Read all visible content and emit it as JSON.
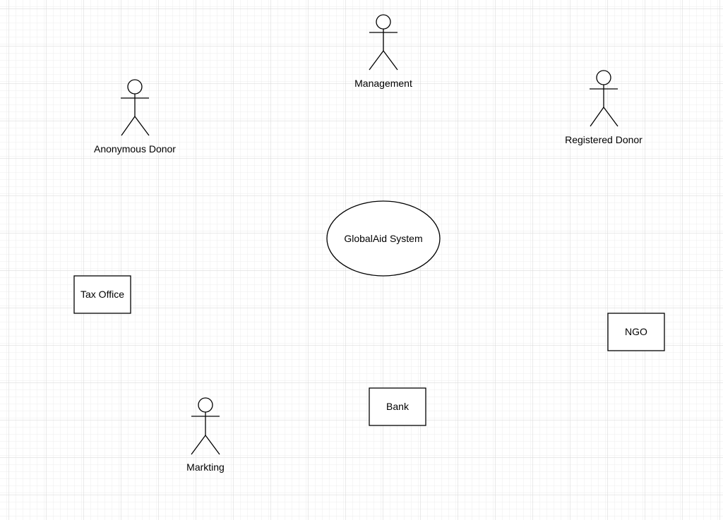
{
  "diagram": {
    "center": {
      "label": "GlobalAid System"
    },
    "actors": {
      "management": {
        "label": "Management"
      },
      "anonymous_donor": {
        "label": "Anonymous Donor"
      },
      "registered_donor": {
        "label": "Registered Donor"
      },
      "markting": {
        "label": "Markting"
      }
    },
    "boxes": {
      "tax_office": {
        "label": "Tax Office"
      },
      "ngo": {
        "label": "NGO"
      },
      "bank": {
        "label": "Bank"
      }
    }
  }
}
